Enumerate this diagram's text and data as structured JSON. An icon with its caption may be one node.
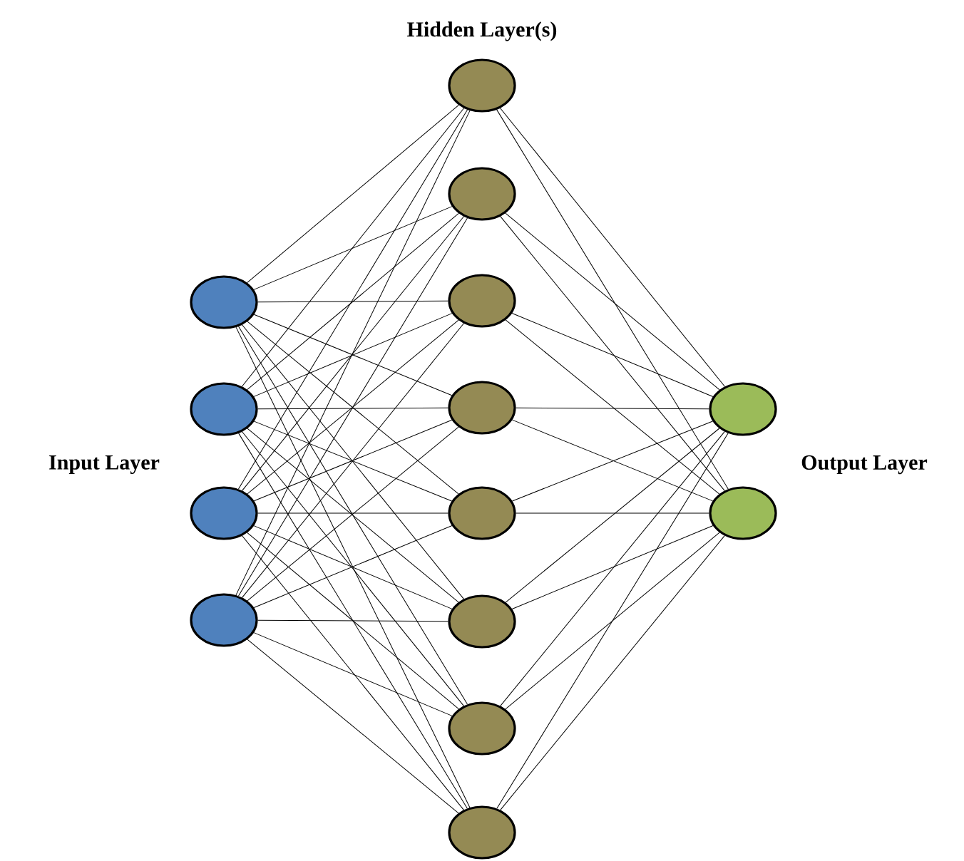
{
  "diagram": {
    "nodes": [
      {
        "text": [],
        "shape": "circle"
      },
      {
        "text": [],
        "shape": "circle"
      },
      {
        "text": [],
        "shape": "circle"
      },
      {
        "text": [],
        "shape": "circle"
      },
      {
        "text": [],
        "shape": "circle"
      },
      {
        "text": [],
        "shape": "circle"
      },
      {
        "text": [],
        "shape": "circle"
      },
      {
        "text": [],
        "shape": "circle"
      },
      {
        "text": [],
        "shape": "circle"
      },
      {
        "text": [],
        "shape": "circle"
      },
      {
        "text": [],
        "shape": "circle"
      },
      {
        "text": [],
        "shape": "circle"
      },
      {
        "text": [],
        "shape": "circle"
      },
      {
        "text": [],
        "shape": "circle"
      }
    ],
    "edges": [
      {
        "from": 0,
        "to": 4,
        "arrow": "none"
      },
      {
        "from": 0,
        "to": 5,
        "arrow": "none"
      },
      {
        "from": 0,
        "to": 6,
        "arrow": "none"
      },
      {
        "from": 0,
        "to": 7,
        "arrow": "none"
      },
      {
        "from": 0,
        "to": 8,
        "arrow": "none"
      },
      {
        "from": 0,
        "to": 9,
        "arrow": "none"
      },
      {
        "from": 0,
        "to": 10,
        "arrow": "none"
      },
      {
        "from": 0,
        "to": 11,
        "arrow": "none"
      },
      {
        "from": 1,
        "to": 4,
        "arrow": "none"
      },
      {
        "from": 1,
        "to": 5,
        "arrow": "none"
      },
      {
        "from": 1,
        "to": 6,
        "arrow": "none"
      },
      {
        "from": 1,
        "to": 7,
        "arrow": "none"
      },
      {
        "from": 1,
        "to": 8,
        "arrow": "none"
      },
      {
        "from": 1,
        "to": 9,
        "arrow": "none"
      },
      {
        "from": 1,
        "to": 10,
        "arrow": "none"
      },
      {
        "from": 1,
        "to": 11,
        "arrow": "none"
      },
      {
        "from": 2,
        "to": 4,
        "arrow": "none"
      },
      {
        "from": 2,
        "to": 5,
        "arrow": "none"
      },
      {
        "from": 2,
        "to": 6,
        "arrow": "none"
      },
      {
        "from": 2,
        "to": 7,
        "arrow": "none"
      },
      {
        "from": 2,
        "to": 8,
        "arrow": "none"
      },
      {
        "from": 2,
        "to": 9,
        "arrow": "none"
      },
      {
        "from": 2,
        "to": 10,
        "arrow": "none"
      },
      {
        "from": 2,
        "to": 11,
        "arrow": "none"
      },
      {
        "from": 3,
        "to": 4,
        "arrow": "none"
      },
      {
        "from": 3,
        "to": 5,
        "arrow": "none"
      },
      {
        "from": 3,
        "to": 6,
        "arrow": "none"
      },
      {
        "from": 3,
        "to": 7,
        "arrow": "none"
      },
      {
        "from": 3,
        "to": 8,
        "arrow": "none"
      },
      {
        "from": 3,
        "to": 9,
        "arrow": "none"
      },
      {
        "from": 3,
        "to": 10,
        "arrow": "none"
      },
      {
        "from": 3,
        "to": 11,
        "arrow": "none"
      },
      {
        "from": 4,
        "to": 12,
        "arrow": "none"
      },
      {
        "from": 4,
        "to": 13,
        "arrow": "none"
      },
      {
        "from": 5,
        "to": 12,
        "arrow": "none"
      },
      {
        "from": 5,
        "to": 13,
        "arrow": "none"
      },
      {
        "from": 6,
        "to": 12,
        "arrow": "none"
      },
      {
        "from": 6,
        "to": 13,
        "arrow": "none"
      },
      {
        "from": 7,
        "to": 12,
        "arrow": "none"
      },
      {
        "from": 7,
        "to": 13,
        "arrow": "none"
      },
      {
        "from": 8,
        "to": 12,
        "arrow": "none"
      },
      {
        "from": 8,
        "to": 13,
        "arrow": "none"
      },
      {
        "from": 9,
        "to": 12,
        "arrow": "none"
      },
      {
        "from": 9,
        "to": 13,
        "arrow": "none"
      },
      {
        "from": 10,
        "to": 12,
        "arrow": "none"
      },
      {
        "from": 10,
        "to": 13,
        "arrow": "none"
      },
      {
        "from": 11,
        "to": 12,
        "arrow": "none"
      },
      {
        "from": 11,
        "to": 13,
        "arrow": "none"
      }
    ],
    "labels": [
      "Hidden Layer(s)",
      "Input Layer",
      "Output Layer"
    ]
  }
}
